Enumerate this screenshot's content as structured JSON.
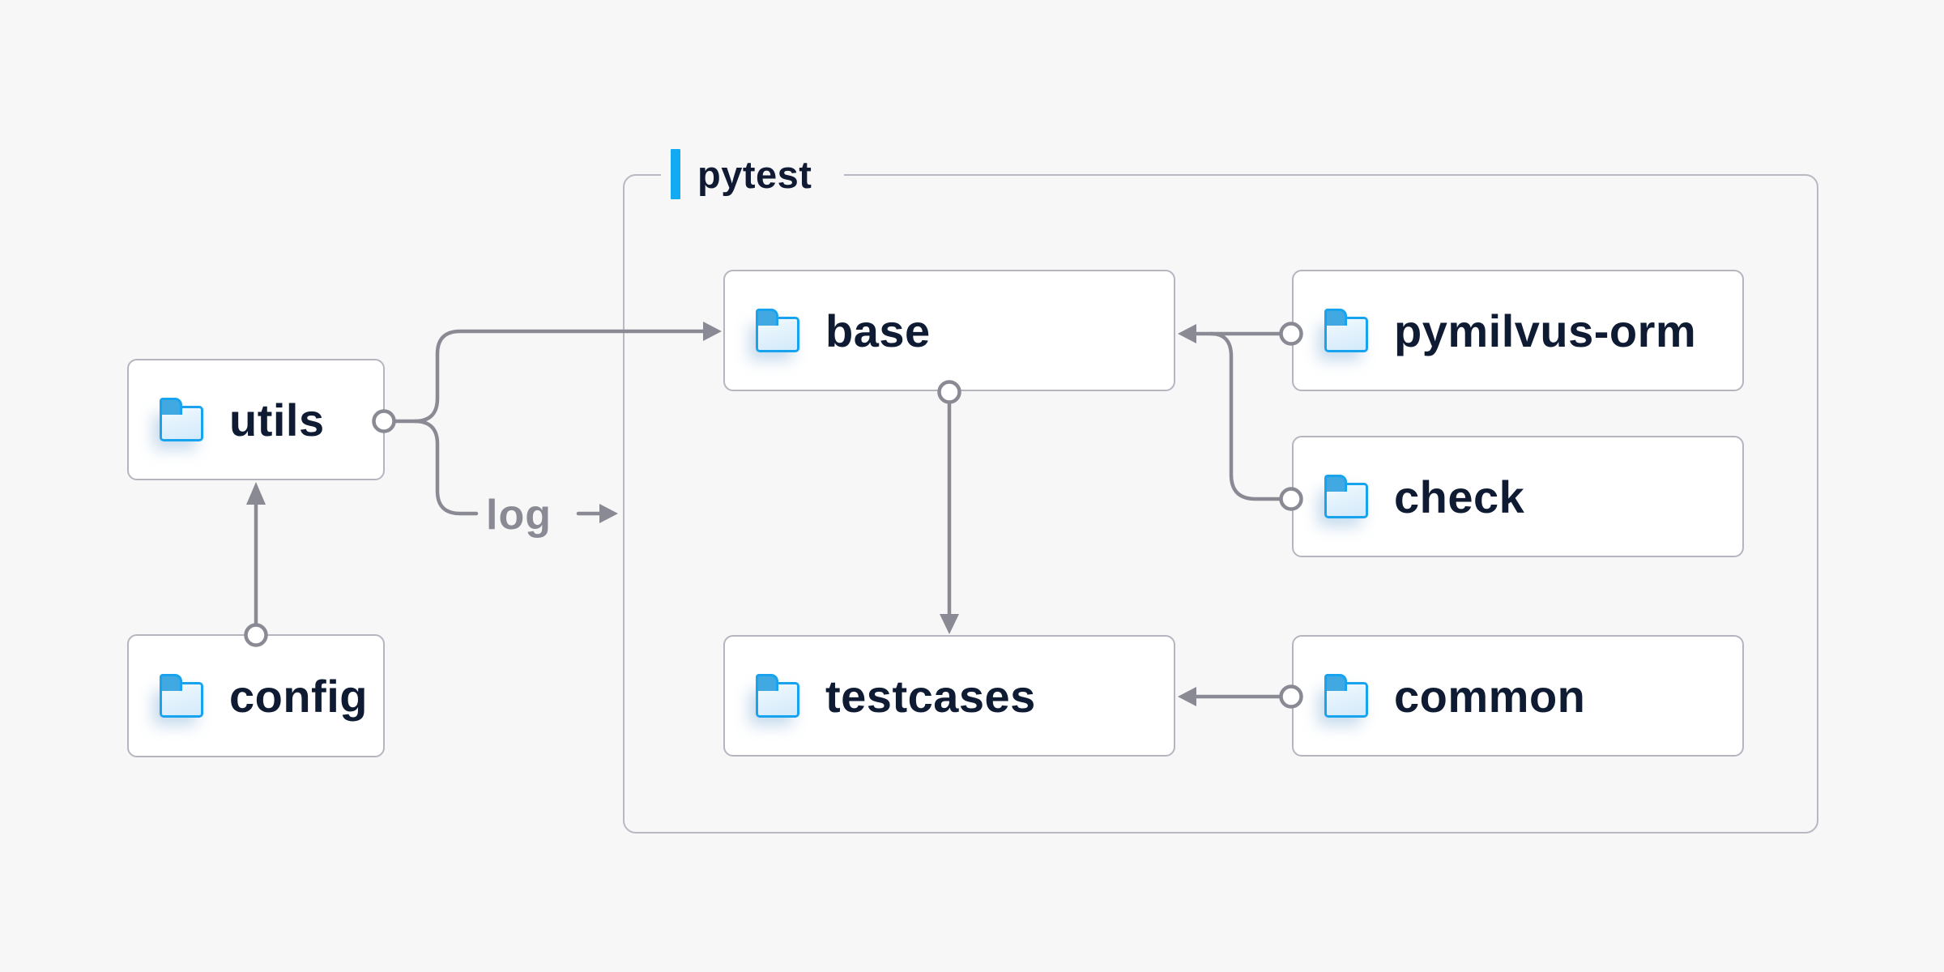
{
  "group": {
    "label": "pytest"
  },
  "nodes": [
    {
      "id": "utils",
      "label": "utils"
    },
    {
      "id": "config",
      "label": "config"
    },
    {
      "id": "base",
      "label": "base"
    },
    {
      "id": "pymilvus-orm",
      "label": "pymilvus-orm"
    },
    {
      "id": "check",
      "label": "check"
    },
    {
      "id": "testcases",
      "label": "testcases"
    },
    {
      "id": "common",
      "label": "common"
    }
  ],
  "edges": [
    {
      "from": "config",
      "to": "utils",
      "label": ""
    },
    {
      "from": "utils",
      "to": "base",
      "label": ""
    },
    {
      "from": "utils",
      "to": "pytest",
      "label": "log"
    },
    {
      "from": "pymilvus-orm",
      "to": "base",
      "label": ""
    },
    {
      "from": "check",
      "to": "base",
      "label": ""
    },
    {
      "from": "base",
      "to": "testcases",
      "label": ""
    },
    {
      "from": "common",
      "to": "testcases",
      "label": ""
    }
  ],
  "colors": {
    "background": "#f7f7f8",
    "accent_blue": "#14aaf2",
    "folder_blue": "#17a3ee",
    "folder_fill_light": "#f4fafe",
    "folder_fill_dark": "#d3eafa",
    "connector_gray": "#8a8a94",
    "box_border_gray": "#b5b5c0",
    "text_navy": "#0e1b33"
  }
}
